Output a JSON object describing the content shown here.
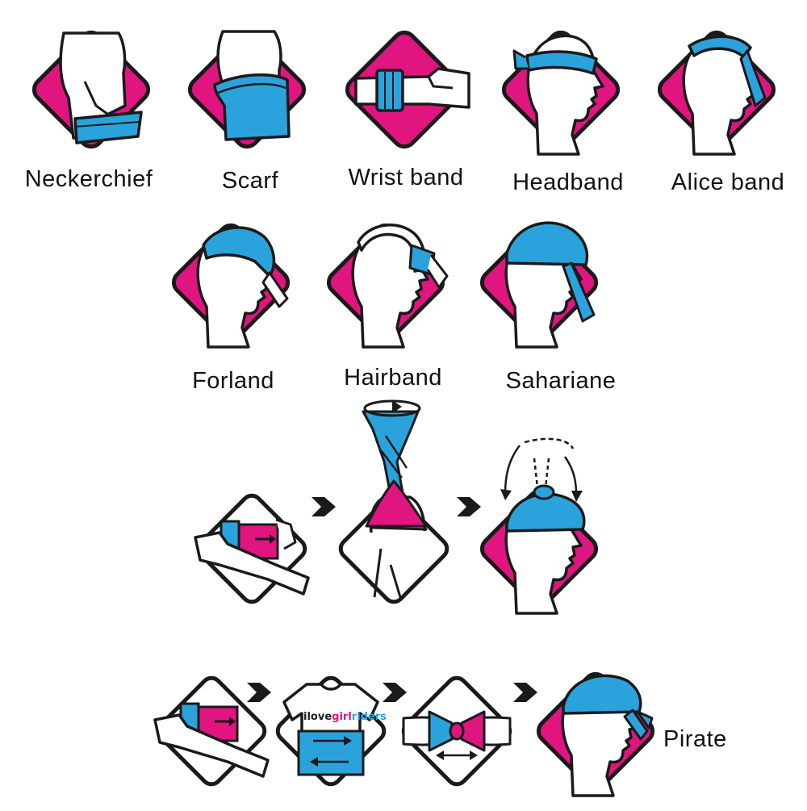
{
  "colors": {
    "magenta": "#e0157f",
    "blue": "#2aa3dc",
    "outline": "#1a1a1a",
    "background": "#ffffff"
  },
  "styles": {
    "row1": [
      {
        "label": "Neckerchief",
        "icon": "neckerchief-icon"
      },
      {
        "label": "Scarf",
        "icon": "scarf-icon"
      },
      {
        "label": "Wrist band",
        "icon": "wrist-band-icon"
      },
      {
        "label": "Headband",
        "icon": "headband-icon"
      },
      {
        "label": "Alice band",
        "icon": "alice-band-icon"
      }
    ],
    "row2": [
      {
        "label": "Forland",
        "icon": "forland-icon"
      },
      {
        "label": "Hairband",
        "icon": "hairband-icon"
      },
      {
        "label": "Sahariane",
        "icon": "sahariane-icon"
      }
    ]
  },
  "pirate": {
    "label": "Pirate",
    "tshirt_text_a": "ilove",
    "tshirt_text_b": "girl",
    "tshirt_text_c": "riders"
  }
}
